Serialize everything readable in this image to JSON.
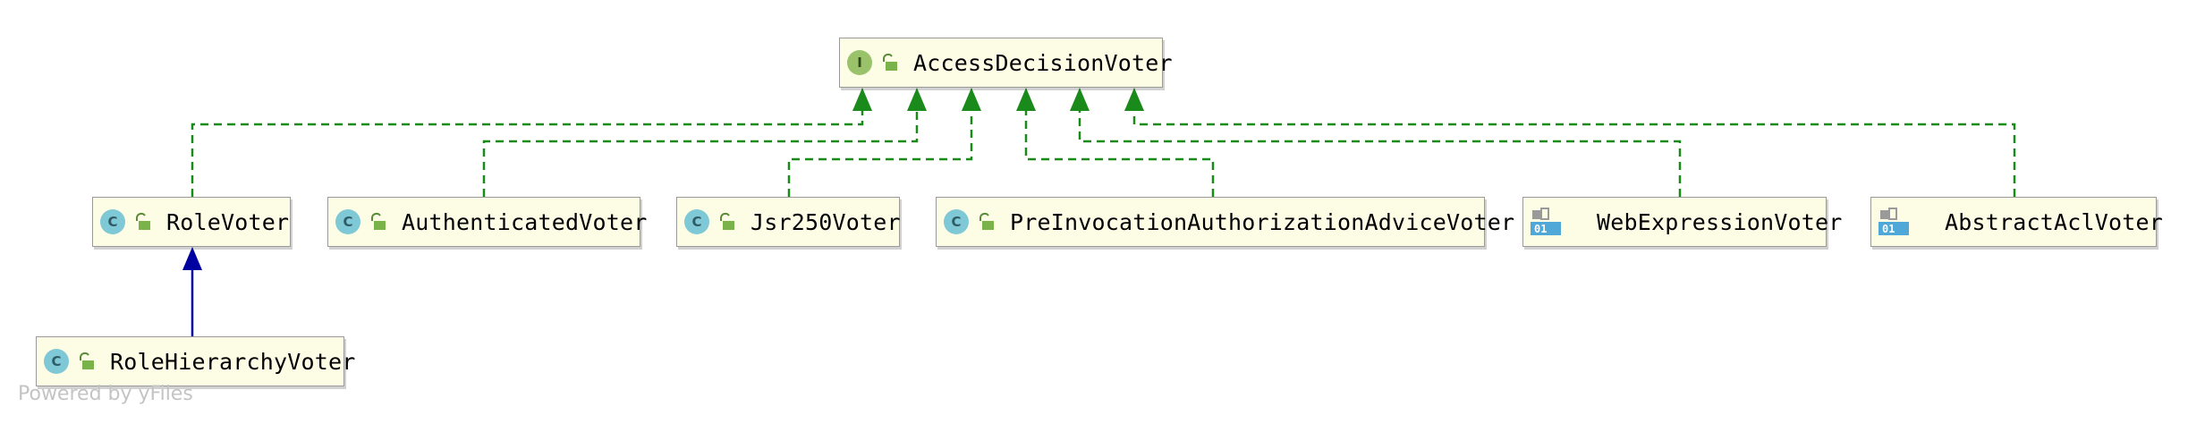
{
  "diagram": {
    "colors": {
      "implements_edge": "#1a8a1a",
      "extends_edge": "#0000a0",
      "node_fill": "#fdfde6",
      "node_border": "#9a9a9a",
      "class_badge": "#7fc8d6",
      "interface_badge": "#99c26b"
    },
    "nodes": {
      "access_decision_voter": {
        "label": "AccessDecisionVoter",
        "kind": "interface",
        "badge": "I",
        "icon": "interface-badge-icon"
      },
      "role_voter": {
        "label": "RoleVoter",
        "kind": "class",
        "badge": "C",
        "icon": "class-badge-icon"
      },
      "authenticated_voter": {
        "label": "AuthenticatedVoter",
        "kind": "class",
        "badge": "C",
        "icon": "class-badge-icon"
      },
      "jsr250_voter": {
        "label": "Jsr250Voter",
        "kind": "class",
        "badge": "C",
        "icon": "class-badge-icon"
      },
      "pre_invocation_voter": {
        "label": "PreInvocationAuthorizationAdviceVoter",
        "kind": "class",
        "badge": "C",
        "icon": "class-badge-icon"
      },
      "web_expression_voter": {
        "label": "WebExpressionVoter",
        "kind": "compiled-class",
        "icon": "compiled-class-icon"
      },
      "abstract_acl_voter": {
        "label": "AbstractAclVoter",
        "kind": "compiled-class",
        "icon": "compiled-class-icon"
      },
      "role_hierarchy_voter": {
        "label": "RoleHierarchyVoter",
        "kind": "class",
        "badge": "C",
        "icon": "class-badge-icon"
      }
    },
    "edges": [
      {
        "from": "role_voter",
        "to": "access_decision_voter",
        "type": "implements"
      },
      {
        "from": "authenticated_voter",
        "to": "access_decision_voter",
        "type": "implements"
      },
      {
        "from": "jsr250_voter",
        "to": "access_decision_voter",
        "type": "implements"
      },
      {
        "from": "pre_invocation_voter",
        "to": "access_decision_voter",
        "type": "implements"
      },
      {
        "from": "web_expression_voter",
        "to": "access_decision_voter",
        "type": "implements"
      },
      {
        "from": "abstract_acl_voter",
        "to": "access_decision_voter",
        "type": "implements"
      },
      {
        "from": "role_hierarchy_voter",
        "to": "role_voter",
        "type": "extends"
      }
    ],
    "watermark": "Powered by yFiles"
  }
}
